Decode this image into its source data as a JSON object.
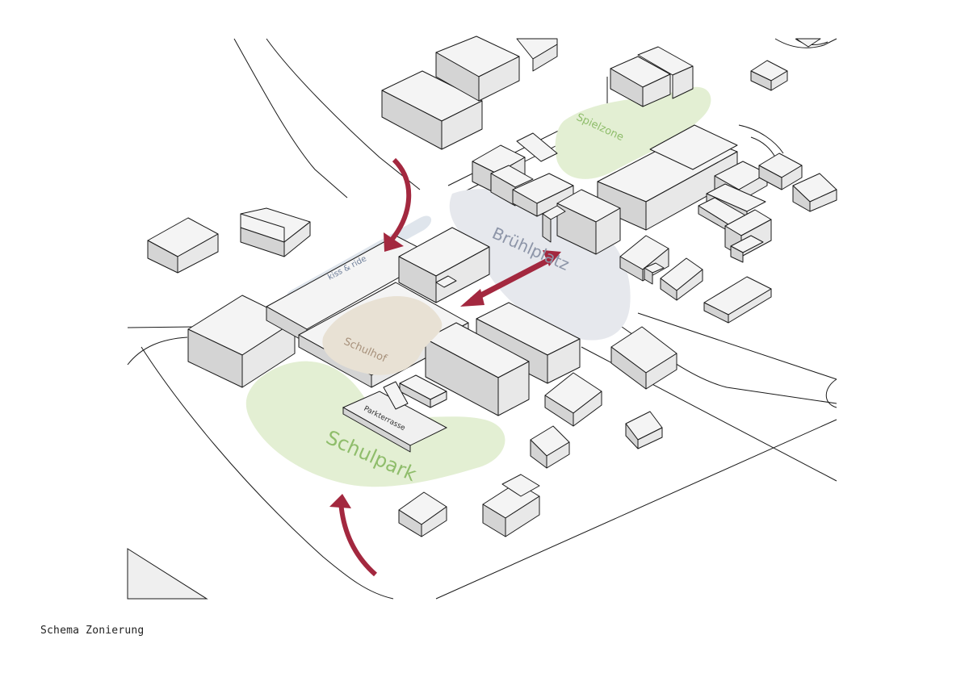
{
  "zones": {
    "schulpark": "Schulpark",
    "schulhof": "Schulhof",
    "spielzone": "Spielzone",
    "bruehlplatz": "Brühlplatz",
    "kiss_ride": "kiss & ride",
    "parkterrasse": "Parkterrasse"
  },
  "caption": "Schema Zonierung",
  "colors": {
    "park_green": "#e3efd3",
    "park_text": "#8fbd6b",
    "court_beige": "#e8e1d4",
    "court_text": "#a7917b",
    "plaza_grey": "#e6e8ed",
    "plaza_text": "#8d95a8",
    "arrow": "#a3283f",
    "kiss_blue": "#dfe5ec"
  }
}
